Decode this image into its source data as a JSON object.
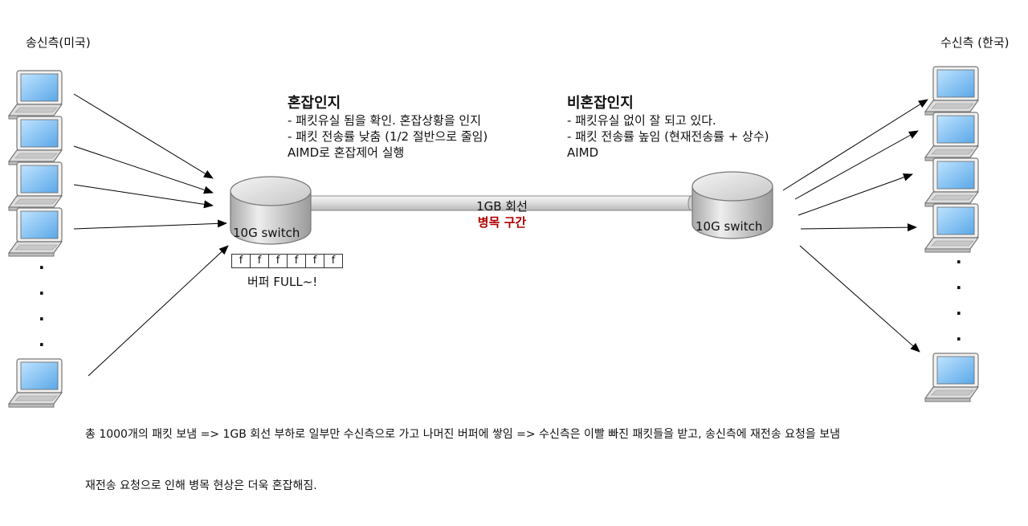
{
  "sender_label": "송신측(미국)",
  "receiver_label": "수신측 (한국)",
  "congestion": {
    "title": "혼잡인지",
    "lines": [
      "- 패킷유실 됨을 확인. 혼잡상황을 인지",
      "- 패킷 전송률 낮춤 (1/2 절반으로 줄임)",
      "AIMD로 혼잡제어 실행"
    ]
  },
  "no_congestion": {
    "title": "비혼잡인지",
    "lines": [
      "- 패킷유실 없이 잘 되고 있다.",
      "- 패킷 전송률 높임 (현재전송률 + 상수)",
      "AIMD"
    ]
  },
  "left_switch_label": "10G switch",
  "right_switch_label": "10G switch",
  "link_label": "1GB 회선",
  "bottleneck_label": "병목 구간",
  "buffer_cells": [
    "f",
    "f",
    "f",
    "f",
    "f"
  ],
  "buffer_label": "버퍼 FULL~!",
  "footer": {
    "line1": "총 1000개의 패킷 보냄 => 1GB 회선 부하로 일부만 수신측으로 가고 나머진 버퍼에 쌓임 => 수신측은 이빨 빠진 패킷들을 받고, 송신측에 재전송 요청을 보냄",
    "line2": "재전송 요청으로 인해 병목 현상은 더욱 혼잡해짐."
  }
}
